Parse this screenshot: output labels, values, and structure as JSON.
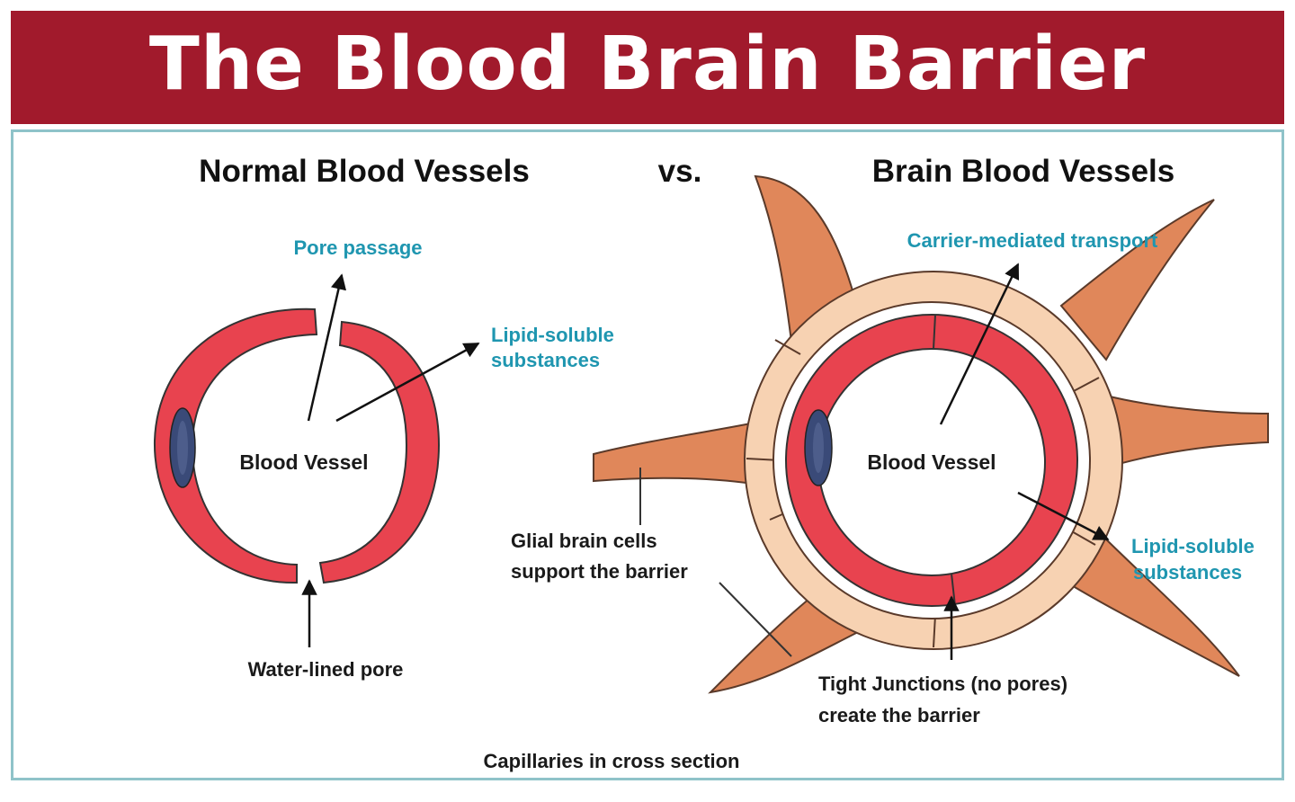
{
  "title": "The Blood Brain Barrier",
  "headers": {
    "left": "Normal Blood Vessels",
    "vs": "vs.",
    "right": "Brain Blood Vessels"
  },
  "normal": {
    "pore_passage": "Pore passage",
    "lipid_line1": "Lipid-soluble",
    "lipid_line2": "substances",
    "vessel": "Blood Vessel",
    "water_pore": "Water-lined pore"
  },
  "brain": {
    "carrier": "Carrier-mediated transport",
    "vessel": "Blood Vessel",
    "glial_line1": "Glial brain cells",
    "glial_line2": "support the barrier",
    "lipid_line1": "Lipid-soluble",
    "lipid_line2": "substances",
    "tight_line1": "Tight Junctions (no pores)",
    "tight_line2": "create the barrier"
  },
  "caption": "Capillaries in cross section",
  "colors": {
    "banner": "#a11a2c",
    "vessel_wall": "#e8434f",
    "nucleus": "#3a4a78",
    "glia_dark": "#e0875a",
    "glia_light": "#f7d2b2",
    "teal_text": "#1f96b0",
    "panel_border": "#8fc3c9"
  }
}
